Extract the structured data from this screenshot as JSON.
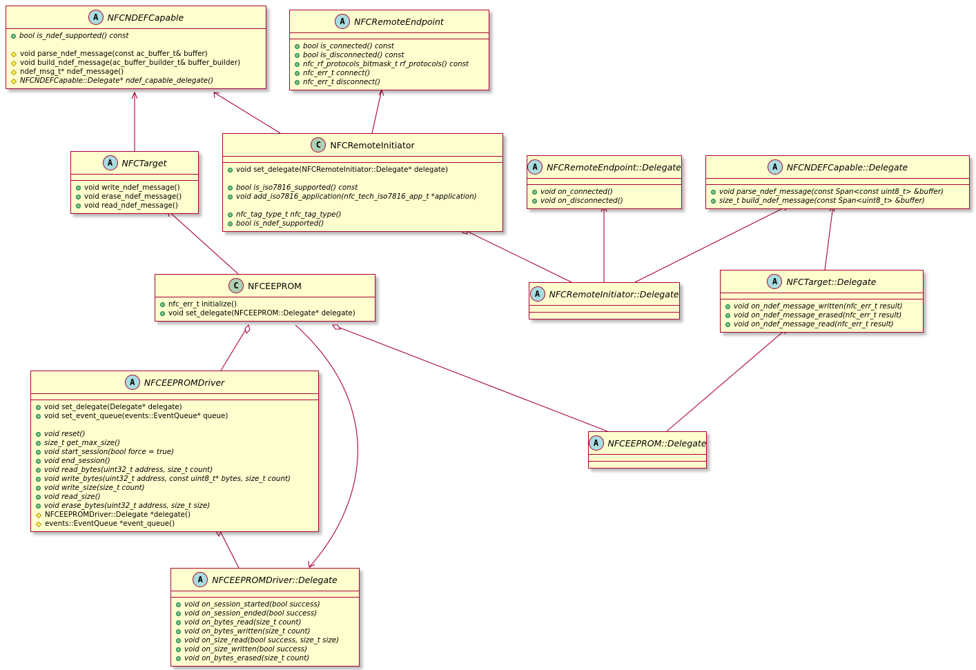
{
  "classes": {
    "ndefcapable": {
      "name": "NFCNDEFCapable",
      "kind": "A",
      "abstract": true,
      "methods": [
        {
          "vis": "+",
          "text": "bool is_ndef_supported() const",
          "italic": true
        },
        {
          "gap": true
        },
        {
          "vis": "#",
          "text": "void parse_ndef_message(const ac_buffer_t& buffer)",
          "italic": false
        },
        {
          "vis": "#",
          "text": "void build_ndef_message(ac_buffer_builder_t& buffer_builder)",
          "italic": false
        },
        {
          "vis": "#",
          "text": "ndef_msg_t* ndef_message()",
          "italic": false
        },
        {
          "vis": "#",
          "text": "NFCNDEFCapable::Delegate* ndef_capable_delegate()",
          "italic": true
        }
      ]
    },
    "remoteendpoint": {
      "name": "NFCRemoteEndpoint",
      "kind": "A",
      "abstract": true,
      "methods": [
        {
          "vis": "+",
          "text": "bool is_connected() const",
          "italic": true
        },
        {
          "vis": "+",
          "text": "bool is_disconnected() const",
          "italic": true
        },
        {
          "vis": "+",
          "text": "nfc_rf_protocols_bitmask_t rf_protocols() const",
          "italic": true
        },
        {
          "vis": "+",
          "text": "nfc_err_t connect()",
          "italic": true
        },
        {
          "vis": "+",
          "text": "nfc_err_t disconnect()",
          "italic": true
        }
      ]
    },
    "target": {
      "name": "NFCTarget",
      "kind": "A",
      "abstract": true,
      "methods": [
        {
          "vis": "+",
          "text": "void write_ndef_message()",
          "italic": false
        },
        {
          "vis": "+",
          "text": "void erase_ndef_message()",
          "italic": false
        },
        {
          "vis": "+",
          "text": "void read_ndef_message()",
          "italic": false
        }
      ]
    },
    "remoteinitiator": {
      "name": "NFCRemoteInitiator",
      "kind": "C",
      "abstract": false,
      "methods": [
        {
          "vis": "+",
          "text": "void set_delegate(NFCRemoteInitiator::Delegate* delegate)",
          "italic": false
        },
        {
          "gap": true
        },
        {
          "vis": "+",
          "text": "bool is_iso7816_supported() const",
          "italic": true
        },
        {
          "vis": "+",
          "text": "void add_iso7816_application(nfc_tech_iso7816_app_t *application)",
          "italic": true
        },
        {
          "gap": true
        },
        {
          "vis": "+",
          "text": "nfc_tag_type_t nfc_tag_type()",
          "italic": true
        },
        {
          "vis": "+",
          "text": "bool is_ndef_supported()",
          "italic": true
        }
      ]
    },
    "remoteendpoint_delegate": {
      "name": "NFCRemoteEndpoint::Delegate",
      "kind": "A",
      "abstract": true,
      "methods": [
        {
          "vis": "+",
          "text": "void on_connected()",
          "italic": true
        },
        {
          "vis": "+",
          "text": "void on_disconnected()",
          "italic": true
        }
      ]
    },
    "ndefcapable_delegate": {
      "name": "NFCNDEFCapable::Delegate",
      "kind": "A",
      "abstract": true,
      "methods": [
        {
          "vis": "+",
          "text": "void parse_ndef_message(const Span<const uint8_t> &buffer)",
          "italic": true
        },
        {
          "vis": "+",
          "text": "size_t build_ndef_message(const Span<uint8_t> &buffer)",
          "italic": true
        }
      ]
    },
    "eeprom": {
      "name": "NFCEEPROM",
      "kind": "C",
      "abstract": false,
      "methods": [
        {
          "vis": "+",
          "text": "nfc_err_t initialize()",
          "italic": false
        },
        {
          "vis": "+",
          "text": "void set_delegate(NFCEEPROM::Delegate* delegate)",
          "italic": false
        }
      ]
    },
    "remoteinitiator_delegate": {
      "name": "NFCRemoteInitiator::Delegate",
      "kind": "A",
      "abstract": true,
      "methods": []
    },
    "target_delegate": {
      "name": "NFCTarget::Delegate",
      "kind": "A",
      "abstract": true,
      "methods": [
        {
          "vis": "+",
          "text": "void on_ndef_message_written(nfc_err_t result)",
          "italic": true
        },
        {
          "vis": "+",
          "text": "void on_ndef_message_erased(nfc_err_t result)",
          "italic": true
        },
        {
          "vis": "+",
          "text": "void on_ndef_message_read(nfc_err_t result)",
          "italic": true
        }
      ]
    },
    "eepromdriver": {
      "name": "NFCEEPROMDriver",
      "kind": "A",
      "abstract": true,
      "methods": [
        {
          "vis": "+",
          "text": "void set_delegate(Delegate* delegate)",
          "italic": false
        },
        {
          "vis": "+",
          "text": "void set_event_queue(events::EventQueue* queue)",
          "italic": false
        },
        {
          "gap": true
        },
        {
          "vis": "+",
          "text": "void reset()",
          "italic": true
        },
        {
          "vis": "+",
          "text": "size_t get_max_size()",
          "italic": true
        },
        {
          "vis": "+",
          "text": "void start_session(bool force = true)",
          "italic": true
        },
        {
          "vis": "+",
          "text": "void end_session()",
          "italic": true
        },
        {
          "vis": "+",
          "text": "void read_bytes(uint32_t address, size_t count)",
          "italic": true
        },
        {
          "vis": "+",
          "text": "void write_bytes(uint32_t address, const uint8_t* bytes, size_t count)",
          "italic": true
        },
        {
          "vis": "+",
          "text": "void write_size(size_t count)",
          "italic": true
        },
        {
          "vis": "+",
          "text": "void read_size()",
          "italic": true
        },
        {
          "vis": "+",
          "text": "void erase_bytes(uint32_t address, size_t size)",
          "italic": true
        },
        {
          "vis": "#",
          "text": "NFCEEPROMDriver::Delegate *delegate()",
          "italic": false
        },
        {
          "vis": "#",
          "text": "events::EventQueue *event_queue()",
          "italic": false
        }
      ]
    },
    "eeprom_delegate": {
      "name": "NFCEEPROM::Delegate",
      "kind": "A",
      "abstract": true,
      "methods": []
    },
    "eepromdriver_delegate": {
      "name": "NFCEEPROMDriver::Delegate",
      "kind": "A",
      "abstract": true,
      "methods": [
        {
          "vis": "+",
          "text": "void on_session_started(bool success)",
          "italic": true
        },
        {
          "vis": "+",
          "text": "void on_session_ended(bool success)",
          "italic": true
        },
        {
          "vis": "+",
          "text": "void on_bytes_read(size_t count)",
          "italic": true
        },
        {
          "vis": "+",
          "text": "void on_bytes_written(size_t count)",
          "italic": true
        },
        {
          "vis": "+",
          "text": "void on_size_read(bool success, size_t size)",
          "italic": true
        },
        {
          "vis": "+",
          "text": "void on_size_written(bool success)",
          "italic": true
        },
        {
          "vis": "+",
          "text": "void on_bytes_erased(size_t count)",
          "italic": true
        }
      ]
    }
  },
  "relations": [
    {
      "from": "target",
      "to": "ndefcapable",
      "type": "inheritance"
    },
    {
      "from": "remoteinitiator",
      "to": "ndefcapable",
      "type": "inheritance"
    },
    {
      "from": "remoteinitiator",
      "to": "remoteendpoint",
      "type": "inheritance"
    },
    {
      "from": "eeprom",
      "to": "target",
      "type": "inheritance"
    },
    {
      "from": "remoteinitiator_delegate",
      "to": "remoteendpoint_delegate",
      "type": "inheritance"
    },
    {
      "from": "remoteinitiator_delegate",
      "to": "ndefcapable_delegate",
      "type": "inheritance"
    },
    {
      "from": "target_delegate",
      "to": "ndefcapable_delegate",
      "type": "inheritance"
    },
    {
      "from": "eeprom_delegate",
      "to": "target_delegate",
      "type": "inheritance"
    },
    {
      "from": "remoteinitiator",
      "to": "remoteinitiator_delegate",
      "type": "aggregation"
    },
    {
      "from": "eeprom",
      "to": "eepromdriver",
      "type": "aggregation"
    },
    {
      "from": "eeprom",
      "to": "eeprom_delegate",
      "type": "aggregation"
    },
    {
      "from": "eeprom",
      "to": "eepromdriver_delegate",
      "type": "association"
    },
    {
      "from": "eepromdriver",
      "to": "eepromdriver_delegate",
      "type": "aggregation"
    }
  ]
}
